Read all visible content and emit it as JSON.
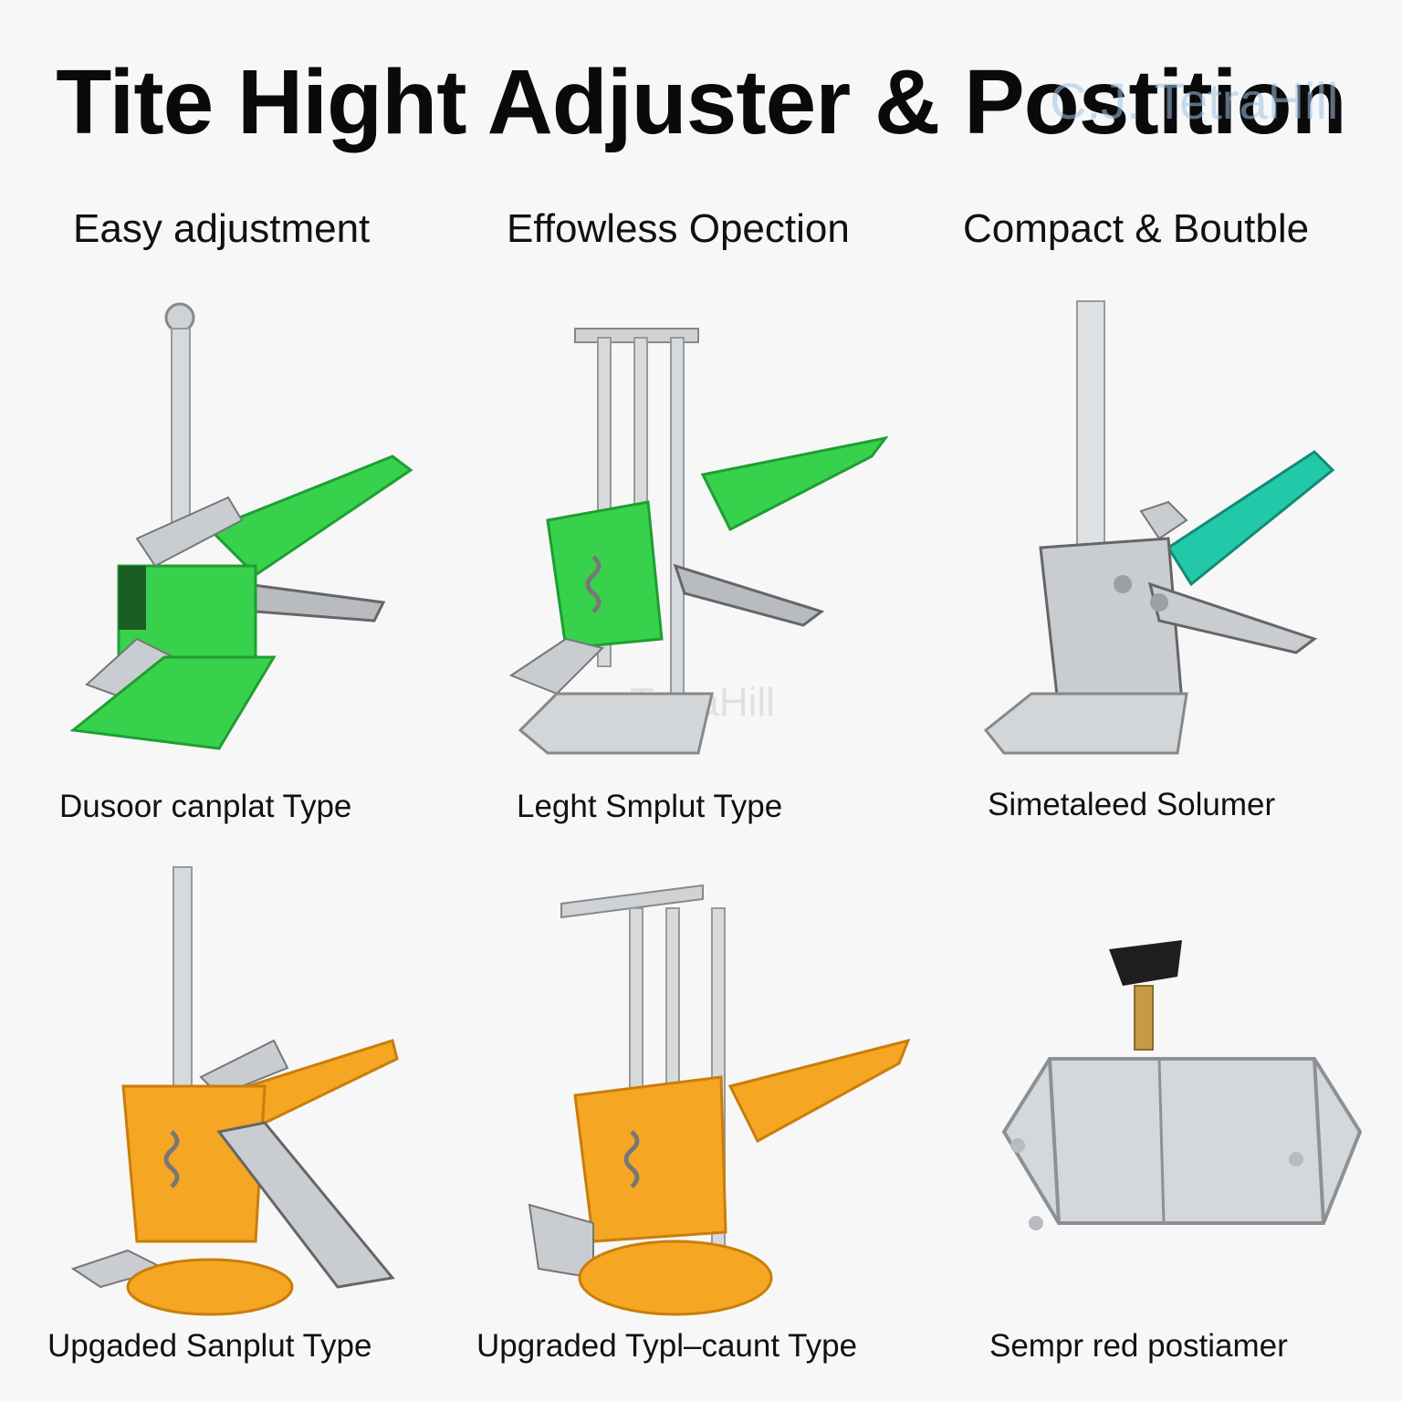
{
  "title": "Tite Hight Adjuster & Postition",
  "watermark": "C.J. TetraHill",
  "watermark_center": "TetraHill",
  "features": [
    "Easy adjustment",
    "Effowless Opection",
    "Compact & Boutble"
  ],
  "products": [
    {
      "caption": "Dusoor canplat Type",
      "icon": "green-lever-jack-icon",
      "color": "#33d14a"
    },
    {
      "caption": "Leght Smplut Type",
      "icon": "green-triple-rod-jack-icon",
      "color": "#33d14a"
    },
    {
      "caption": "Simetaleed Solumer",
      "icon": "steel-lever-jack-icon",
      "color": "#1fc6a6"
    },
    {
      "caption": "Upgaded Sanplut Type",
      "icon": "orange-lever-jack-icon",
      "color": "#f5a623"
    },
    {
      "caption": "Upgraded Typl–caunt Type",
      "icon": "orange-triple-rod-jack-icon",
      "color": "#f5a623"
    },
    {
      "caption": "Sempr red postiamer",
      "icon": "hinged-positioner-knob-icon",
      "color": "#c0c4c8"
    }
  ]
}
